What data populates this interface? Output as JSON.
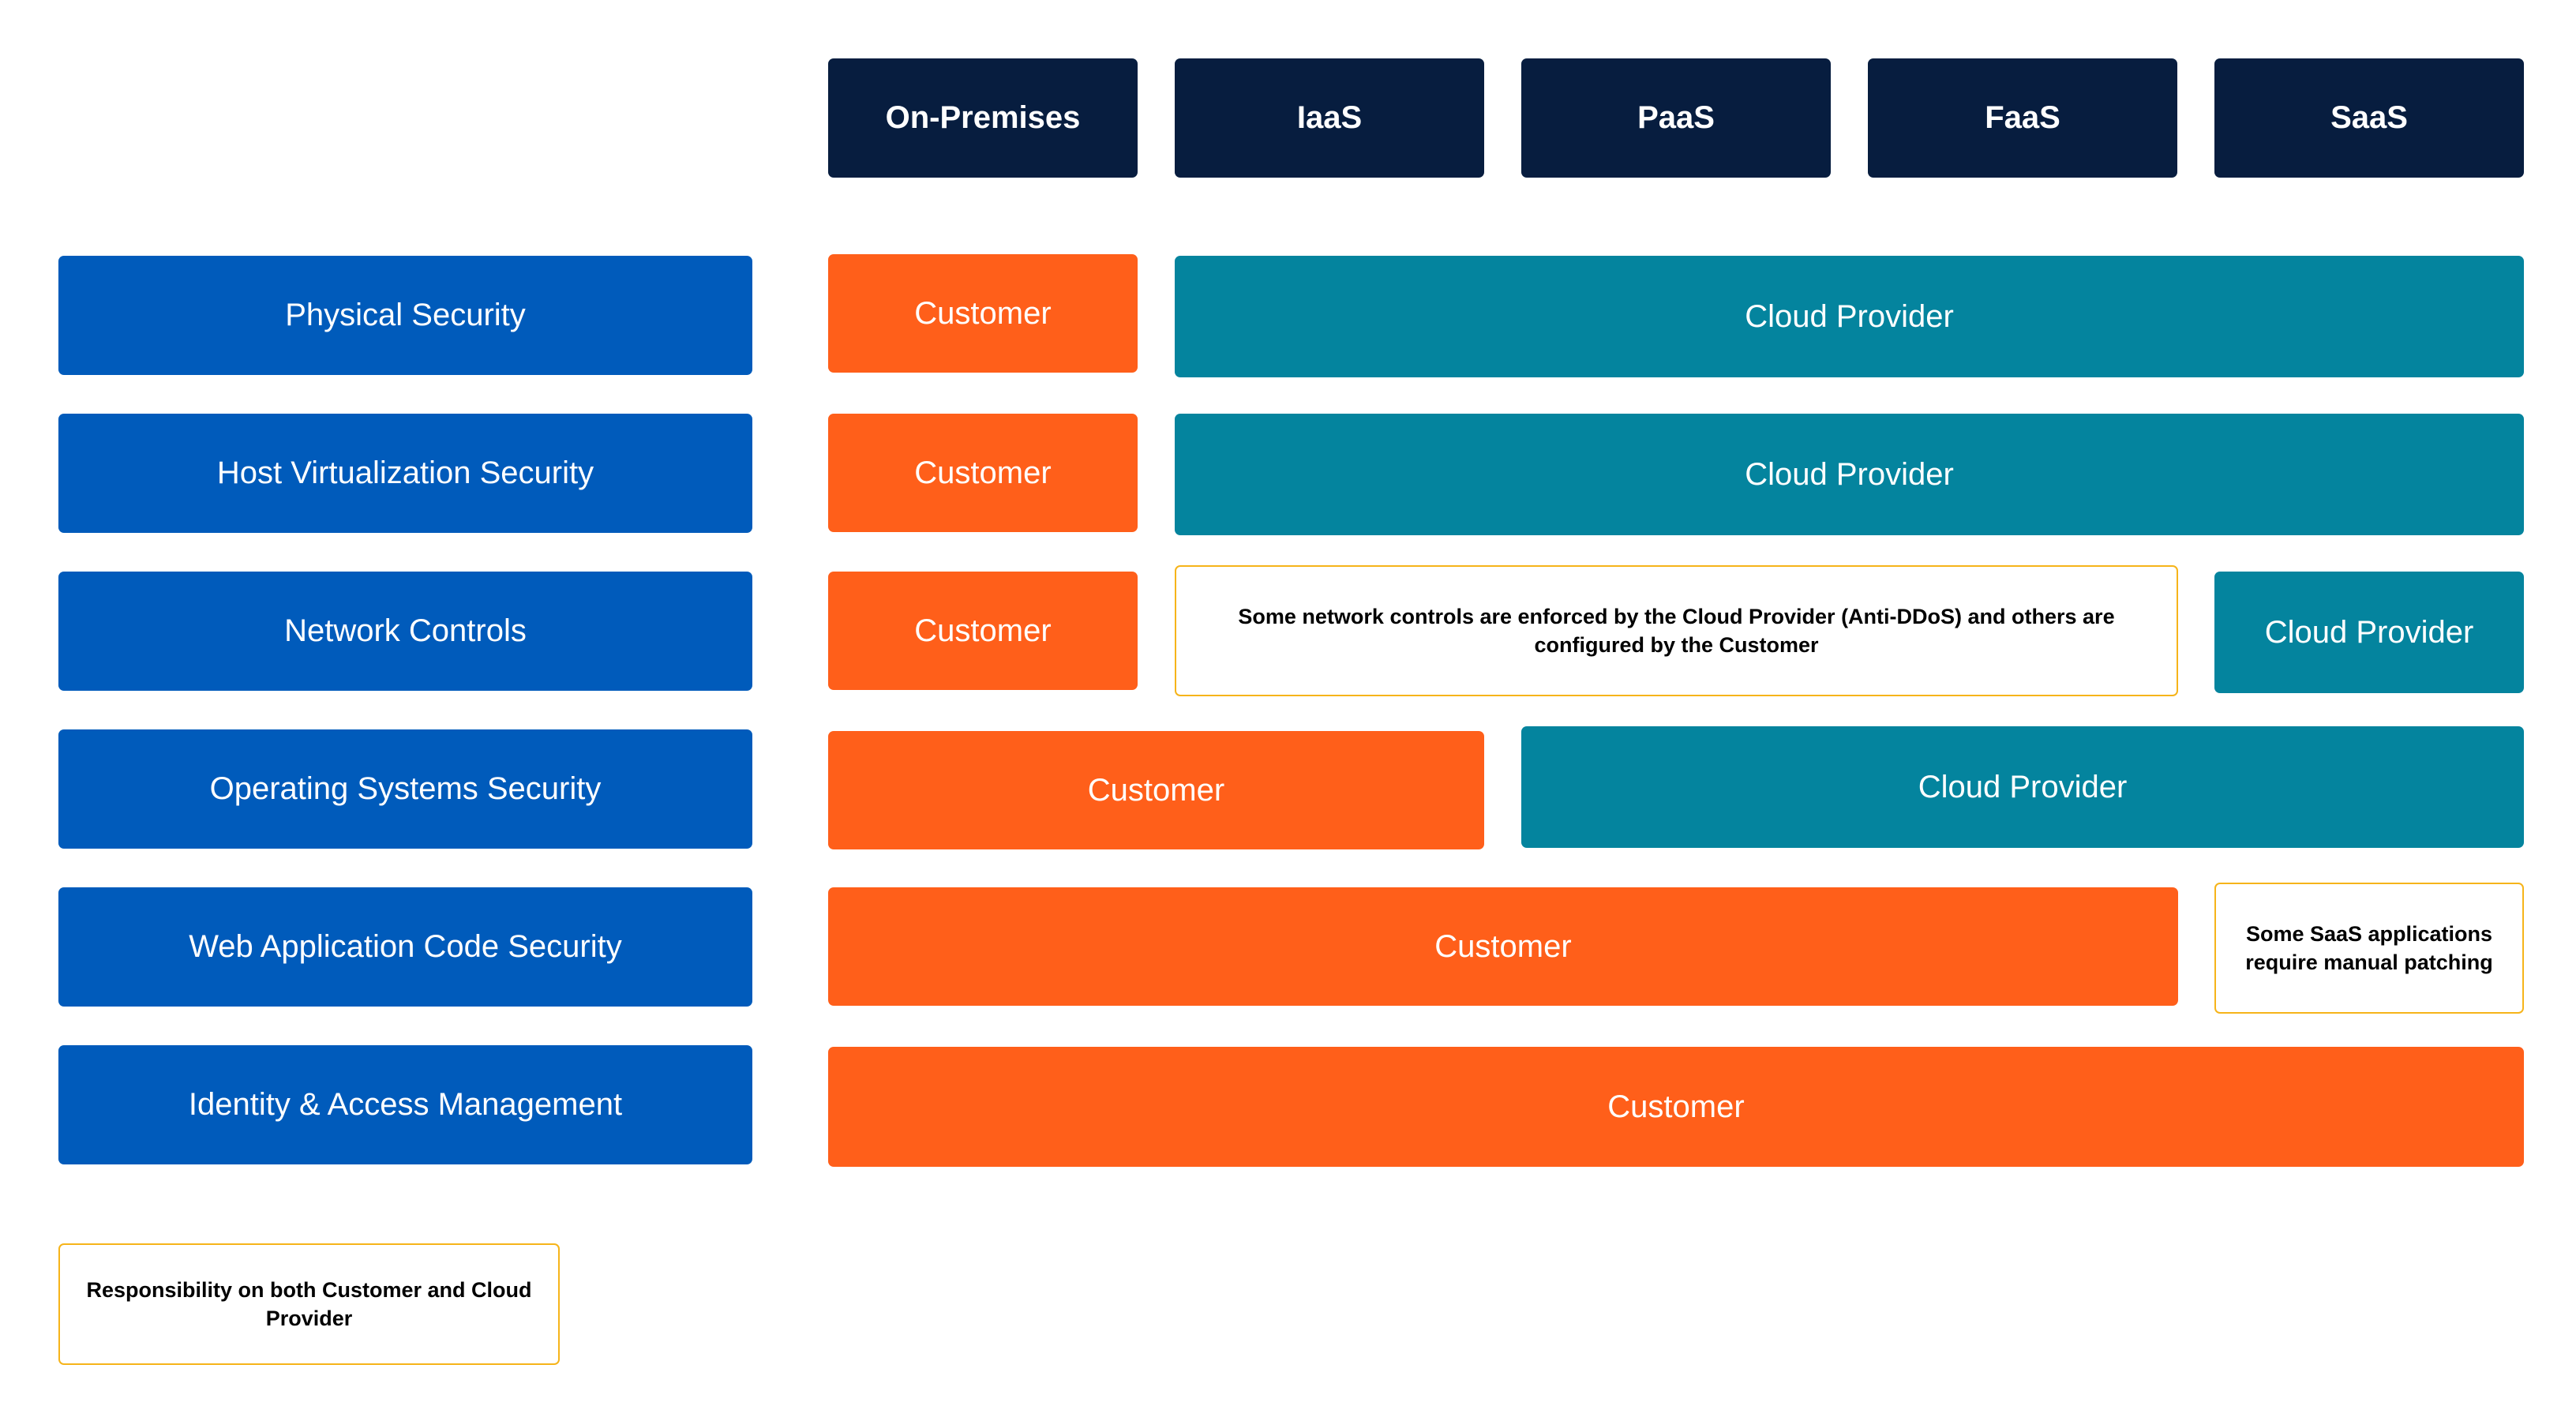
{
  "headers": [
    "On-Premises",
    "IaaS",
    "PaaS",
    "FaaS",
    "SaaS"
  ],
  "categories": [
    "Physical Security",
    "Host Virtualization Security",
    "Network Controls",
    "Operating Systems Security",
    "Web Application Code Security",
    "Identity & Access Management"
  ],
  "labels": {
    "customer": "Customer",
    "cloud_provider": "Cloud Provider"
  },
  "notes": {
    "network": "Some network controls are enforced by the Cloud Provider (Anti-DDoS) and others are configured by the Customer",
    "saas_patching": "Some SaaS applications require manual patching",
    "legend": "Responsibility on both Customer and Cloud Provider"
  },
  "colors": {
    "header": "#071d3f",
    "category": "#005bbb",
    "customer": "#ff5f1a",
    "cloud_provider": "#04849e",
    "shared_border": "#f6b41a"
  }
}
